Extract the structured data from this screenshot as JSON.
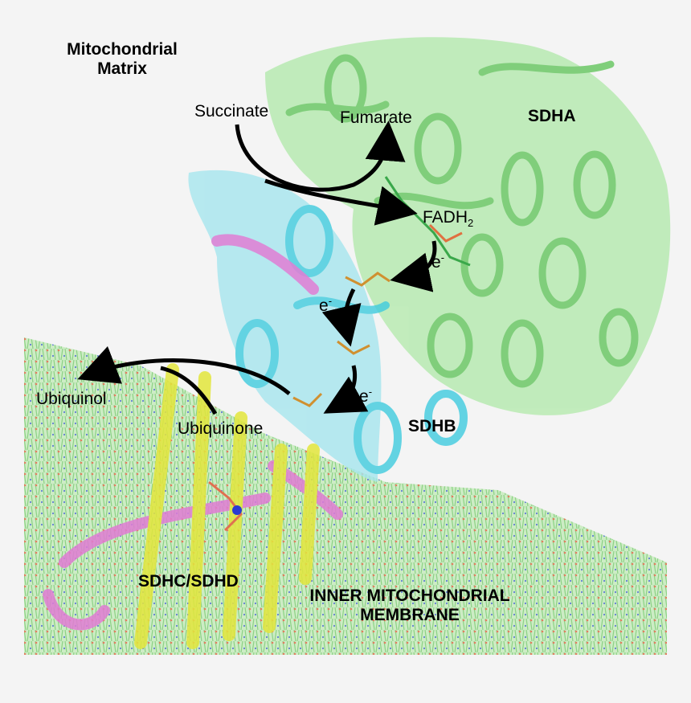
{
  "labels": {
    "matrix_line1": "Mitochondrial",
    "matrix_line2": "Matrix",
    "succinate": "Succinate",
    "fumarate": "Fumarate",
    "sdha": "SDHA",
    "fadh_main": "FADH",
    "fadh_sub": "2",
    "electron": "e",
    "electron_sup": "-",
    "ubiquinol": "Ubiquinol",
    "ubiquinone": "Ubiquinone",
    "sdhb": "SDHB",
    "sdhc_sdhd": "SDHC/SDHD",
    "membrane_line1": "INNER MITOCHONDRIAL",
    "membrane_line2": "MEMBRANE"
  },
  "colors": {
    "background": "#f4f4f4",
    "sdha": "#8fe08a",
    "sdhb": "#5ed6e4",
    "sdhc_sdhd_yellow": "#e8ec3a",
    "sdhc_sdhd_magenta": "#d94fc7",
    "membrane": "#bfe6b4",
    "cofactor": "#e0a040",
    "arrow": "#000000"
  }
}
